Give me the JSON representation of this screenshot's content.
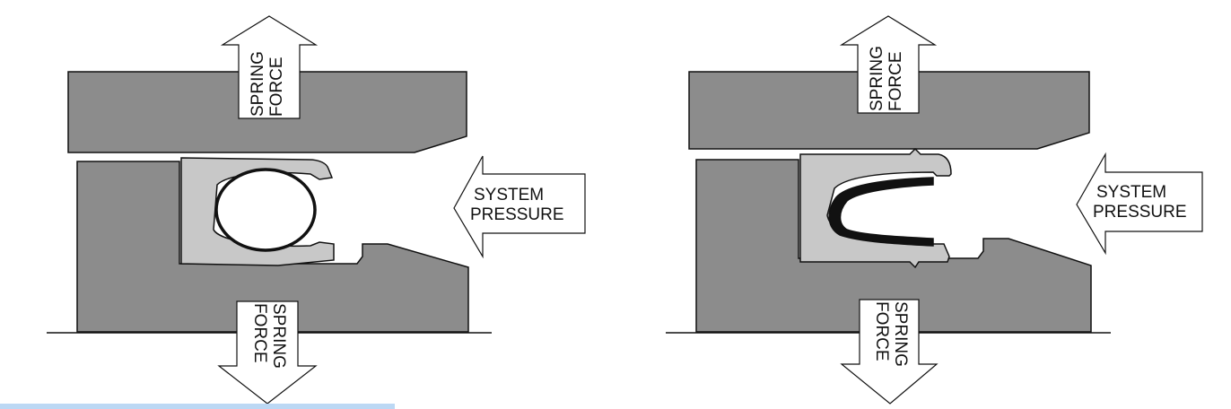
{
  "labels": {
    "spring_force_line1": "SPRING",
    "spring_force_line2": "FORCE",
    "system_pressure_line1": "SYSTEM",
    "system_pressure_line2": "PRESSURE"
  },
  "colors": {
    "housing": "#8c8c8c",
    "seal_jacket": "#c8c8c8",
    "spring_black": "#111111",
    "outline": "#111111",
    "arrow_fill": "#ffffff",
    "bottom_bar": "#bcd8f4"
  }
}
